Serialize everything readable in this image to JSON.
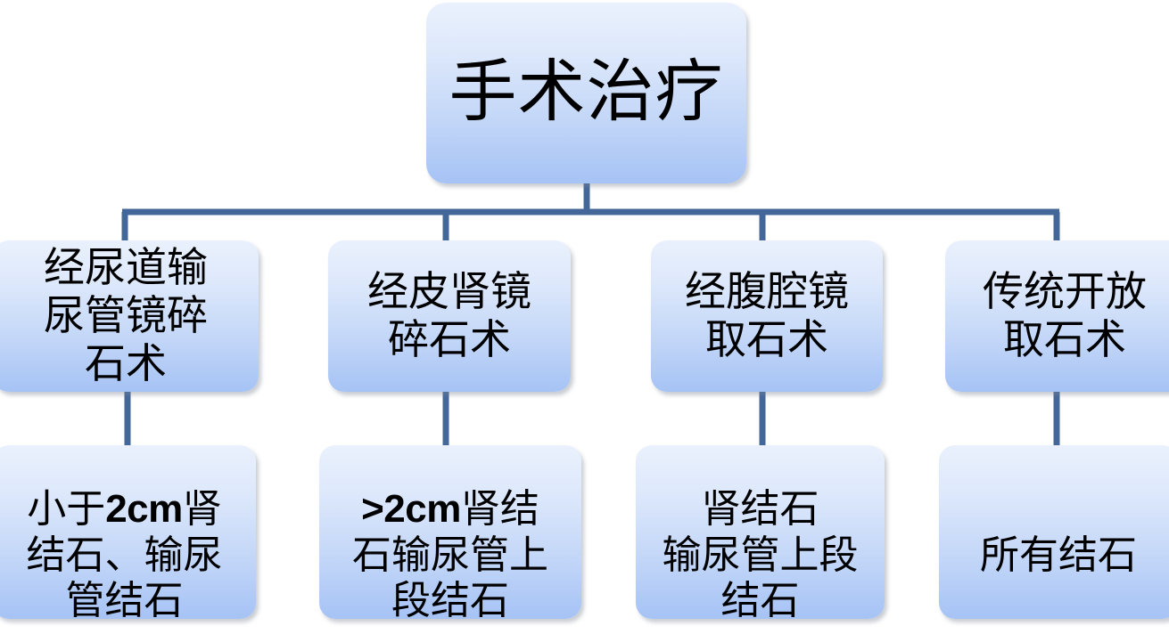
{
  "diagram": {
    "title": "手术治疗",
    "type": "organizational-tree",
    "line_color": "#44679a",
    "box_gradient_top": "#eaf1fd",
    "box_gradient_bottom": "#a6c3f5",
    "text_color": "#000000",
    "background": "#ffffff"
  },
  "root": {
    "label": "手术治疗"
  },
  "methods": [
    {
      "id": "m1",
      "label": "经尿道输\n尿管镜碎\n石术"
    },
    {
      "id": "m2",
      "label": "经皮肾镜\n碎石术"
    },
    {
      "id": "m3",
      "label": "经腹腔镜\n取石术"
    },
    {
      "id": "m4",
      "label": "传统开放\n取石术"
    }
  ],
  "indications": [
    {
      "id": "d1",
      "prefix": "小于",
      "latin": "2cm",
      "suffix": "肾\n结石、输尿\n管结石",
      "plain": "小于2cm肾结石、输尿管结石"
    },
    {
      "id": "d2",
      "prefix": "",
      "latin": ">2cm",
      "suffix": "肾结\n石输尿管上\n段结石",
      "plain": ">2cm肾结石输尿管上段结石"
    },
    {
      "id": "d3",
      "prefix": "",
      "latin": "",
      "suffix": "肾结石\n输尿管上段\n结石",
      "plain": "肾结石\n输尿管上段结石"
    },
    {
      "id": "d4",
      "prefix": "",
      "latin": "",
      "suffix": "所有结石",
      "plain": "所有结石"
    }
  ]
}
